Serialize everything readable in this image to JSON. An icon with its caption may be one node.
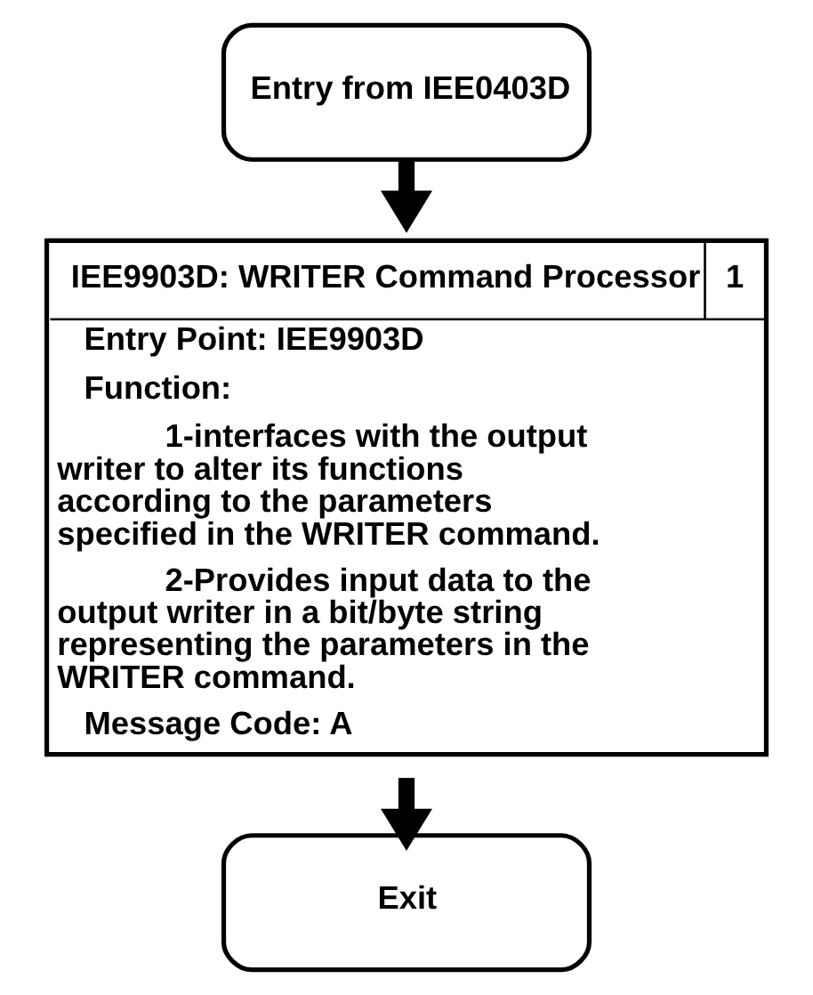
{
  "diagram": {
    "nodes": [
      {
        "text": [
          "Entry from IEE0403D"
        ]
      },
      {
        "text": [
          "IEE9903D: WRITER Command Processor",
          "1",
          "Entry Point: IEE9903D",
          "Function:",
          "1-interfaces with the output writer to alter its functions according to the parameters specified in the WRITER command.",
          "2-Provides input data to the output writer in a bit/byte string representing the parameters in the WRITER command.",
          "Message Code: A"
        ]
      },
      {
        "text": [
          "Exit"
        ]
      }
    ],
    "edges": [
      {
        "from": 0,
        "to": 1,
        "arrow": "to"
      },
      {
        "from": 1,
        "to": 2,
        "arrow": "to"
      }
    ]
  }
}
